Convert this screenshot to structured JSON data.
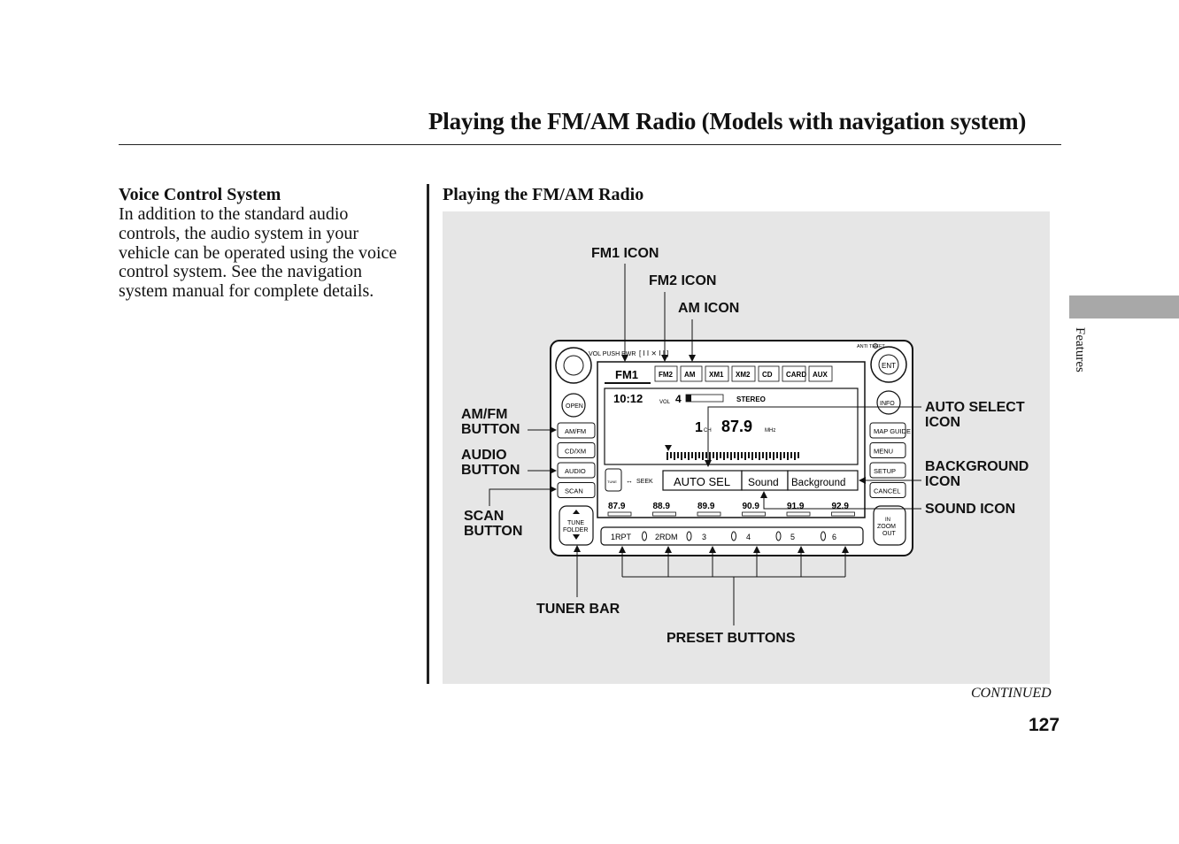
{
  "header": {
    "title": "Playing the FM/AM Radio (Models with navigation system)"
  },
  "left_section": {
    "heading": "Voice Control System",
    "body": "In addition to the standard audio controls, the audio system in your vehicle can be operated using the voice control system. See the navigation system manual for complete details."
  },
  "figure": {
    "heading": "Playing the FM/AM Radio",
    "callouts": {
      "fm1_icon": "FM1 ICON",
      "fm2_icon": "FM2 ICON",
      "am_icon": "AM ICON",
      "amfm_button_1": "AM/FM",
      "amfm_button_2": "BUTTON",
      "audio_button_1": "AUDIO",
      "audio_button_2": "BUTTON",
      "scan_button_1": "SCAN",
      "scan_button_2": "BUTTON",
      "auto_select_1": "AUTO SELECT",
      "auto_select_2": "ICON",
      "background_1": "BACKGROUND",
      "background_2": "ICON",
      "sound_icon": "SOUND ICON",
      "tuner_bar": "TUNER BAR",
      "preset_buttons": "PRESET BUTTONS"
    },
    "unit": {
      "top_label": "VOL PUSH PWR",
      "anti_theft": "ANTI THEFT",
      "source_tabs": [
        "FM1",
        "FM2",
        "AM",
        "XM1",
        "XM2",
        "CD",
        "CARD",
        "AUX"
      ],
      "clock": "10:12",
      "vol_label": "VOL",
      "vol_value": "4",
      "stereo": "STEREO",
      "channel": "1",
      "ch_label": "CH",
      "frequency": "87.9",
      "unit_label": "MHz",
      "tune_label": "TUNE",
      "seek_label": "SEEK",
      "auto_sel": "AUTO SEL",
      "sound": "Sound",
      "background": "Background",
      "preset_freqs": [
        "87.9",
        "88.9",
        "89.9",
        "90.9",
        "91.9",
        "92.9"
      ],
      "left_buttons": [
        "OPEN",
        "AM/FM",
        "CD/XM",
        "AUDIO",
        "SCAN"
      ],
      "tune_folder": [
        "TUNE",
        "FOLDER"
      ],
      "right_buttons": [
        "INFO",
        "MAP GUIDE",
        "MENU",
        "SETUP",
        "CANCEL"
      ],
      "ent": "ENT",
      "zoom": [
        "IN",
        "ZOOM",
        "OUT"
      ],
      "preset_buttons": [
        "1RPT",
        "2RDM",
        "3",
        "4",
        "5",
        "6"
      ]
    }
  },
  "footer": {
    "continued": "CONTINUED",
    "page_number": "127"
  },
  "side_tab": {
    "label": "Features"
  }
}
